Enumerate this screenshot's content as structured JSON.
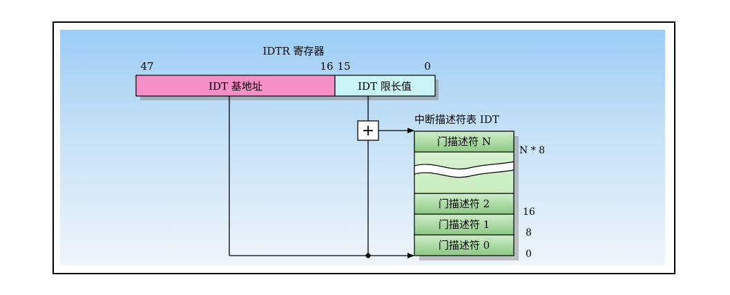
{
  "register": {
    "title": "IDTR 寄存器",
    "bit_47": "47",
    "bit_16": "16",
    "bit_15": "15",
    "bit_0": "0",
    "base_field": "IDT 基地址",
    "limit_field": "IDT 限长值"
  },
  "table": {
    "title": "中断描述符表 IDT",
    "entries": [
      "门描述符 N",
      "门描述符 2",
      "门描述符 1",
      "门描述符 0"
    ],
    "offsets": {
      "top": "N * 8",
      "e2": "16",
      "e1": "8",
      "e0": "0"
    }
  },
  "adder_symbol": "+",
  "colors": {
    "base_field": "#f48fc8",
    "limit_field": "#c9f5f7",
    "descriptor": "#a8d8a0",
    "panel_top": "#9ccdf7",
    "panel_bottom": "#eef5fb"
  }
}
